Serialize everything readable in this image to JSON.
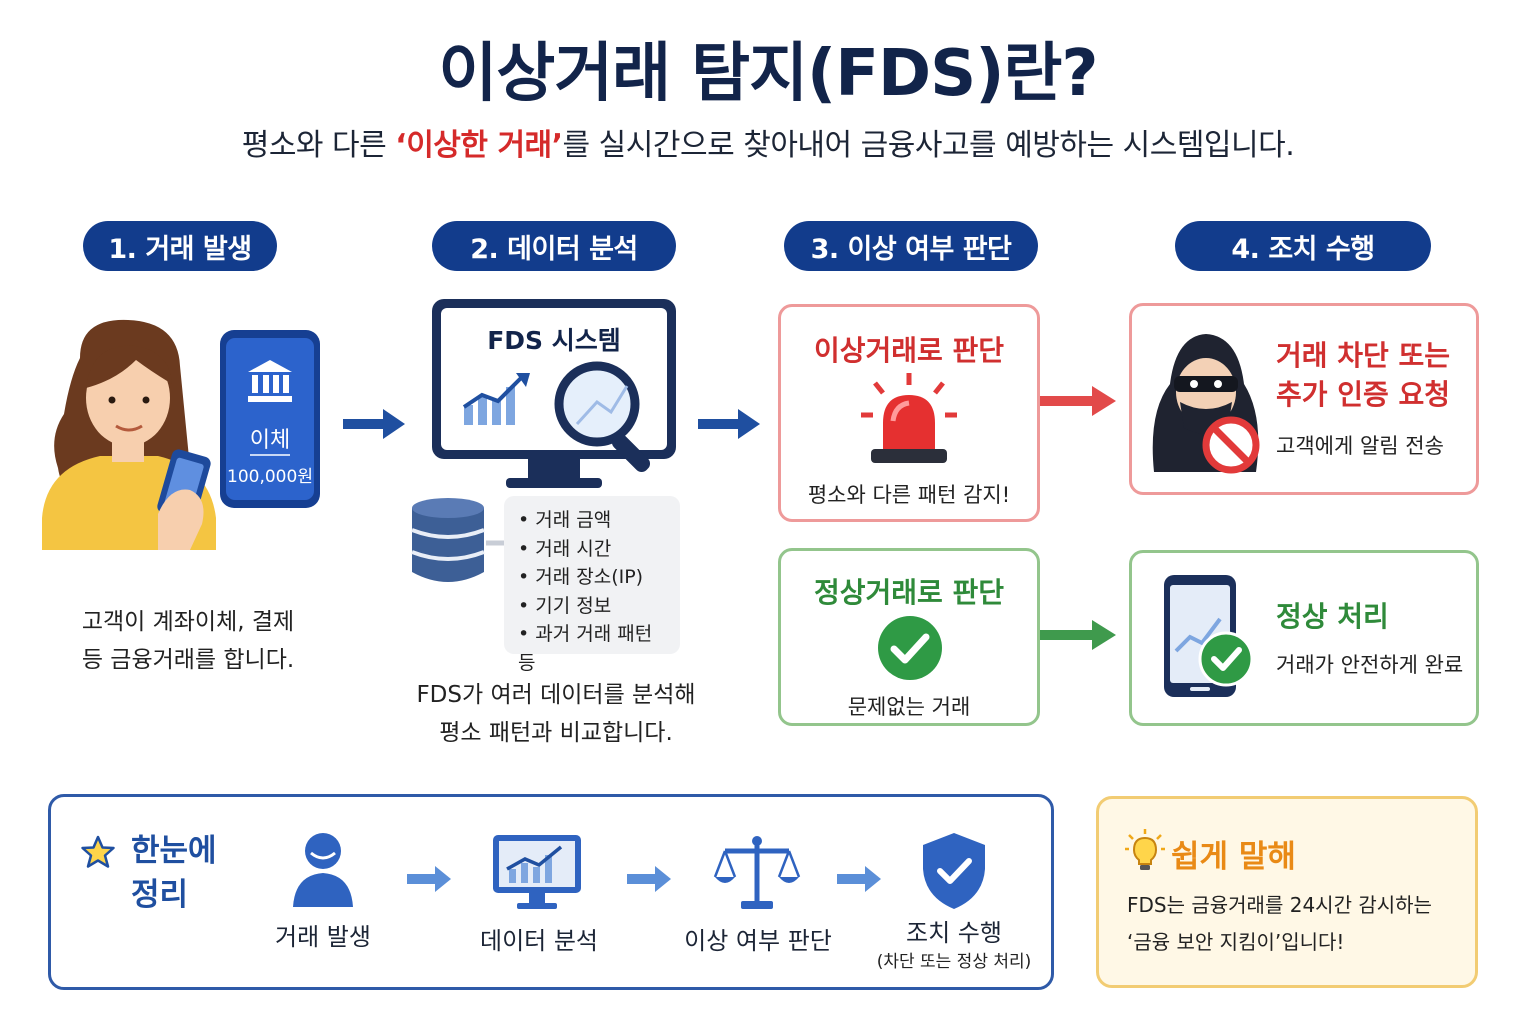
{
  "header": {
    "title": "이상거래 탐지(FDS)란?",
    "subtitle_before": "평소와 다른 ",
    "subtitle_highlight": "‘이상한 거래’",
    "subtitle_after": "를 실시간으로 찾아내어 금융사고를 예방하는 시스템입니다."
  },
  "steps": [
    {
      "label": "1. 거래 발생"
    },
    {
      "label": "2. 데이터 분석"
    },
    {
      "label": "3. 이상 여부 판단"
    },
    {
      "label": "4. 조치 수행"
    }
  ],
  "step1": {
    "phone_label": "이체",
    "phone_amount": "100,000원",
    "caption_line1": "고객이 계좌이체, 결제",
    "caption_line2": "등 금융거래를 합니다."
  },
  "step2": {
    "monitor_title": "FDS 시스템",
    "bullets": [
      "거래 금액",
      "거래 시간",
      "거래 장소(IP)",
      "기기 정보",
      "과거 거래 패턴 등"
    ],
    "caption_line1": "FDS가 여러 데이터를 분석해",
    "caption_line2": "평소 패턴과 비교합니다."
  },
  "step3": {
    "abnormal_title": "이상거래로 판단",
    "abnormal_desc": "평소와 다른 패턴 감지!",
    "normal_title": "정상거래로 판단",
    "normal_desc": "문제없는 거래"
  },
  "step4": {
    "block_title_line1": "거래 차단 또는",
    "block_title_line2": "추가 인증 요청",
    "block_desc": "고객에게 알림 전송",
    "ok_title": "정상 처리",
    "ok_desc": "거래가 안전하게 완료"
  },
  "summary": {
    "title_line1": "한눈에",
    "title_line2": "정리",
    "items": [
      "거래 발생",
      "데이터 분석",
      "이상 여부 판단",
      "조치 수행"
    ],
    "last_sub": "(차단 또는 정상 처리)"
  },
  "tip": {
    "title": "쉽게 말해",
    "line1": "FDS는 금융거래를 24시간 감시하는",
    "line2": "‘금융 보안 지킴이’입니다!"
  },
  "colors": {
    "navy": "#123c8c",
    "red": "#d02f2f",
    "green": "#2f8a3a",
    "arrow_blue": "#1f4fa0",
    "tip_orange": "#e98a16"
  },
  "icons": [
    "bank-icon",
    "woman-with-phone",
    "monitor-chart-icon",
    "magnifier-icon",
    "database-icon",
    "siren-icon",
    "check-circle-icon",
    "hacker-icon",
    "prohibited-icon",
    "phone-chart-icon",
    "star-icon",
    "user-icon",
    "scale-icon",
    "shield-check-icon",
    "lightbulb-icon"
  ]
}
